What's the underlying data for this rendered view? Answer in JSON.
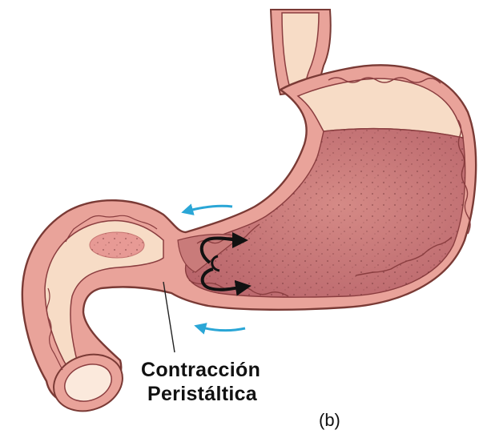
{
  "annotation": {
    "line1": "Contracción",
    "line2": "Peristáltica"
  },
  "panel_label": "(b)",
  "colors": {
    "wall_outer": "#e9a39a",
    "wall_stroke": "#7a3a35",
    "lumen_light": "#f7dcc6",
    "contents": "#c97b7a",
    "contents_dark": "#b8636a",
    "mucosa_stroke": "#8a3d3f",
    "blue_arrow": "#2aa6d6",
    "black_arrow": "#111111"
  }
}
